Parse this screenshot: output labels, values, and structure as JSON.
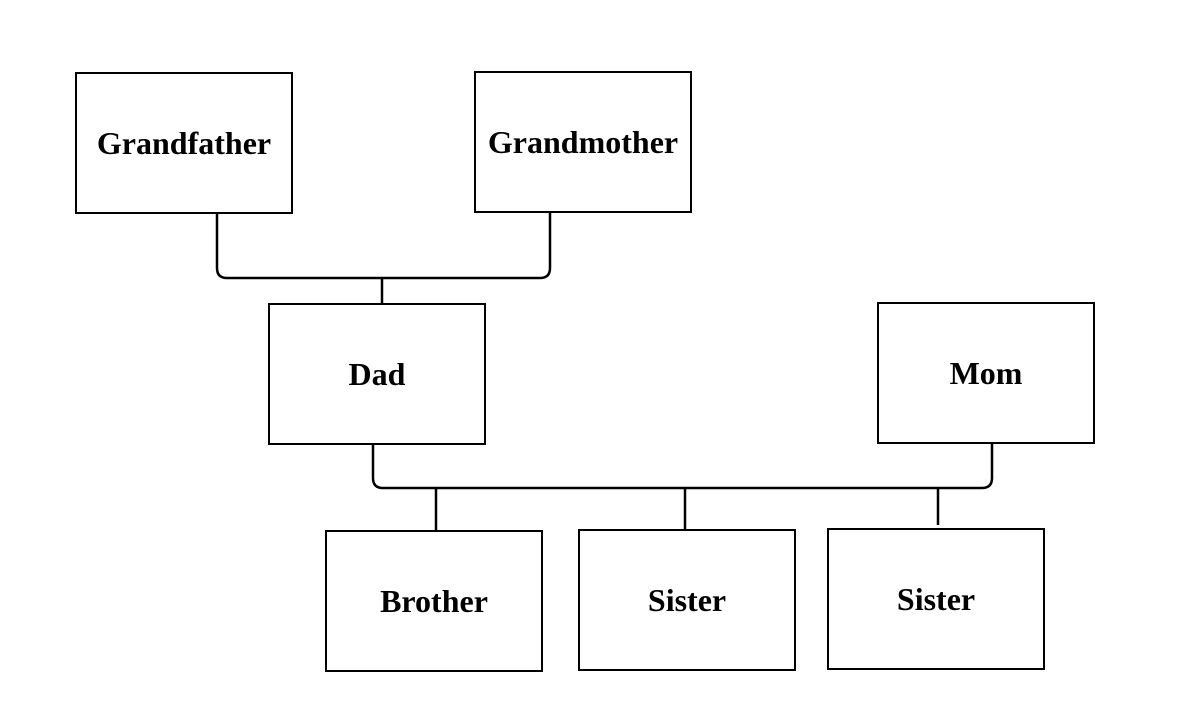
{
  "family_tree": {
    "grandfather": "Grandfather",
    "grandmother": "Grandmother",
    "dad": "Dad",
    "mom": "Mom",
    "brother": "Brother",
    "sister_1": "Sister",
    "sister_2": "Sister"
  }
}
